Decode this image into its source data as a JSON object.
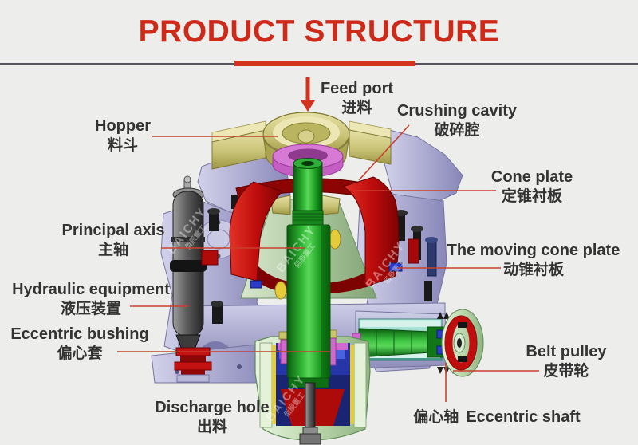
{
  "title": {
    "text": "PRODUCT STRUCTURE"
  },
  "labels": {
    "feed_port": {
      "en": "Feed port",
      "zh": "进料"
    },
    "hopper": {
      "en": "Hopper",
      "zh": "料斗"
    },
    "crushing_cavity": {
      "en": "Crushing cavity",
      "zh": "破碎腔"
    },
    "cone_plate": {
      "en": "Cone plate",
      "zh": "定锥衬板"
    },
    "moving_cone_plate": {
      "en": "The moving cone plate",
      "zh": "动锥衬板"
    },
    "principal_axis": {
      "en": "Principal axis",
      "zh": "主轴"
    },
    "hydraulic_equipment": {
      "en": "Hydraulic equipment",
      "zh": "液压装置"
    },
    "eccentric_bushing": {
      "en": "Eccentric bushing",
      "zh": "偏心套"
    },
    "discharge_hole": {
      "en": "Discharge hole",
      "zh": "出料"
    },
    "belt_pulley": {
      "en": "Belt pulley",
      "zh": "皮带轮"
    },
    "eccentric_shaft": {
      "zh": "偏心轴",
      "en": "Eccentric shaft"
    }
  },
  "watermark": {
    "text": "BAICHY",
    "subtext": "佰辰重工"
  },
  "appearance": {
    "title_red": "#CE2A1A",
    "divider_red": "#D3321E",
    "leader_line_red": "#C8402E",
    "arrow_red": "#D2321E",
    "label_text": "#333333",
    "background": "#EDEEEB",
    "machine_colors": {
      "frame_lavender": "#AEADD2",
      "crushing_cone_red": "#C00D0D",
      "main_shaft_green": "#31B835",
      "hopper_khaki": "#C9C377",
      "collar_pink": "#D77AD6",
      "inner_cone_sage": "#AAC79E",
      "countershaft_teal": "#7FCFC0",
      "pulley_pale_green": "#BCD8AE",
      "accumulator_gray": "#5C5C5C",
      "bearing_blue": "#2A3CC8",
      "liner_yellow": "#E5CB39"
    }
  }
}
